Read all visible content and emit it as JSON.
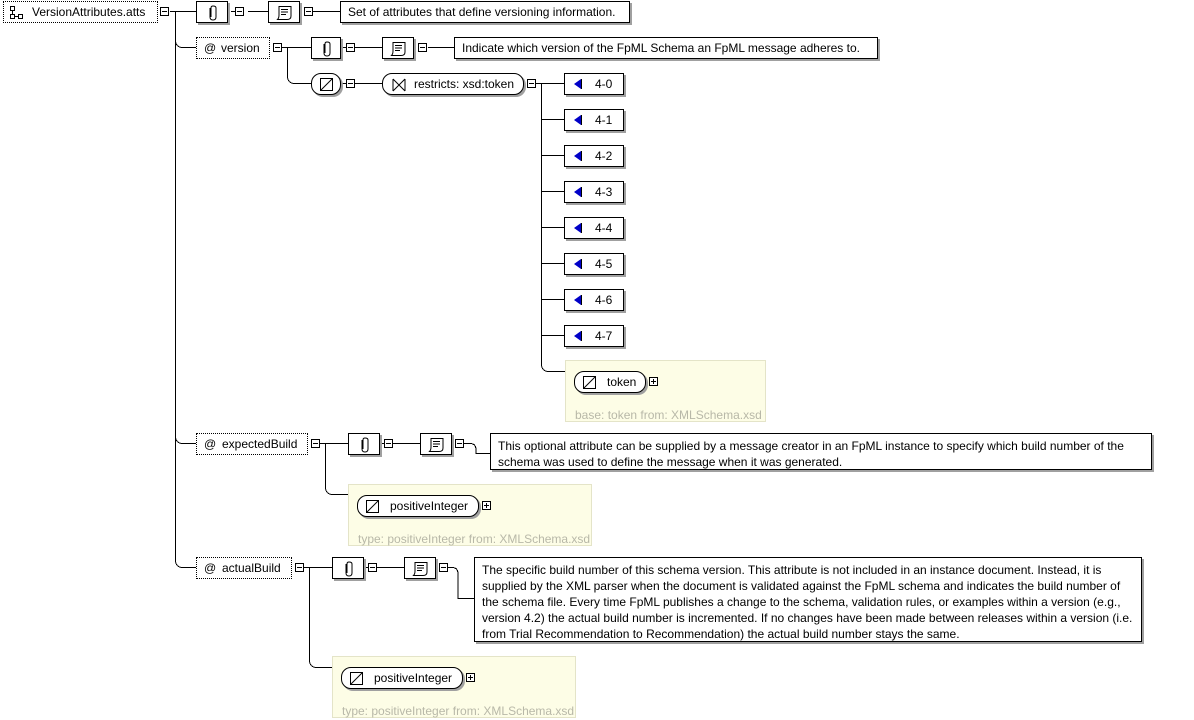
{
  "root": {
    "name": "VersionAttributes.atts",
    "documentation": "Set of attributes that define versioning information."
  },
  "attributes": {
    "version": {
      "prefix": "@",
      "name": "version",
      "documentation": "Indicate which version of the FpML Schema an FpML message adheres to.",
      "restriction": "restricts: xsd:token",
      "enumerations": [
        "4-0",
        "4-1",
        "4-2",
        "4-3",
        "4-4",
        "4-5",
        "4-6",
        "4-7"
      ],
      "type_name": "token",
      "type_footer": "base: token from: XMLSchema.xsd"
    },
    "expectedBuild": {
      "prefix": "@",
      "name": "expectedBuild",
      "documentation": "This optional attribute can be supplied by a message creator in an FpML instance to specify which build number of the schema was used to define the message when it was generated.",
      "type_name": "positiveInteger",
      "type_footer": "type: positiveInteger from: XMLSchema.xsd"
    },
    "actualBuild": {
      "prefix": "@",
      "name": "actualBuild",
      "documentation": "The specific build number of this schema version. This attribute is not included in an instance document. Instead, it is supplied by the XML parser when the document is validated against the FpML schema and indicates the build number of the schema file. Every time FpML publishes a change to the schema, validation rules, or examples within a version (e.g., version 4.2) the actual build number is incremented. If no changes have been made between releases within a version (i.e. from Trial Recommendation to Recommendation) the actual build number stays the same.",
      "type_name": "positiveInteger",
      "type_footer": "type: positiveInteger from: XMLSchema.xsd"
    }
  },
  "icons": {
    "group": "attribute-group-icon",
    "annotation": "annotation-icon",
    "documentation": "documentation-icon",
    "simple_type": "simple-type-icon",
    "restriction": "restriction-icon",
    "enumeration": "enumeration-icon"
  },
  "colors": {
    "enum_marker": "#0000c8",
    "type_box_bg": "#fdfde6",
    "type_footer": "#b8b8a8",
    "shadow": "#a0a0a0"
  }
}
